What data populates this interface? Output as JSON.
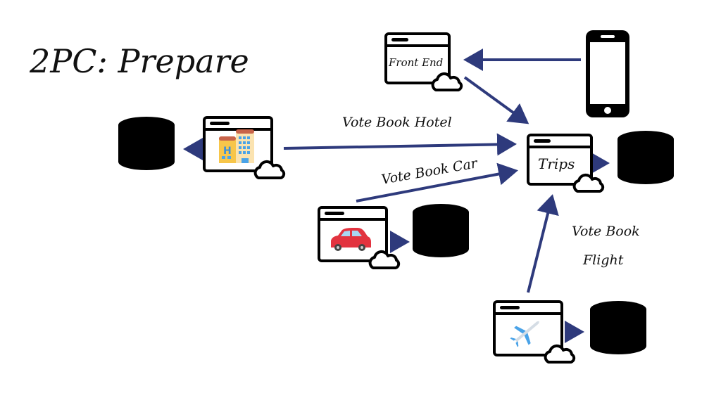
{
  "title": "2PC: Prepare",
  "colors": {
    "arrow": "#2e3a7c",
    "outline": "#000000",
    "background": "#ffffff"
  },
  "nodes": {
    "client": {
      "icon": "smartphone-icon"
    },
    "front_end": {
      "label": "Front End",
      "icon": "cloud-window-icon"
    },
    "trips": {
      "label": "Trips",
      "icon": "cloud-window-icon"
    },
    "hotel": {
      "icon": "hotel-icon"
    },
    "car": {
      "icon": "car-icon"
    },
    "flight": {
      "icon": "airplane-icon"
    }
  },
  "edges": {
    "hotel_vote": "Vote Book Hotel",
    "car_vote": "Vote Book Car",
    "flight_vote_line1": "Vote Book",
    "flight_vote_line2": "Flight"
  }
}
